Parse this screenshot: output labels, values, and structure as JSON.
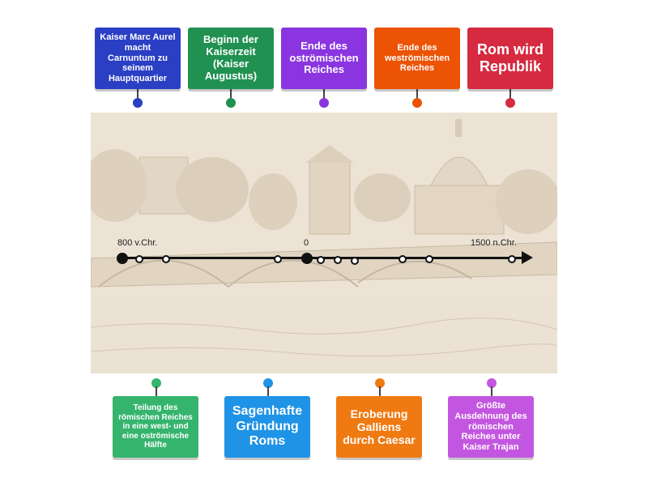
{
  "top_cards": [
    {
      "label": "Kaiser Marc Aurel macht Carnuntum zu seinem Hauptquartier",
      "color": "#2b3fc4"
    },
    {
      "label": "Beginn der Kaiserzeit (Kaiser Augustus)",
      "color": "#219152"
    },
    {
      "label": "Ende des oströmischen Reiches",
      "color": "#8a35e0"
    },
    {
      "label": "Ende des weströmischen Reiches",
      "color": "#ec5305"
    },
    {
      "label": "Rom wird Republik",
      "color": "#d62a40"
    }
  ],
  "bottom_cards": [
    {
      "label": "Teilung des römischen Reiches in eine west- und eine oströmische Hälfte",
      "color": "#35b46d"
    },
    {
      "label": "Sagenhafte Gründung Roms",
      "color": "#1f93e6"
    },
    {
      "label": "Eroberung Galliens durch Caesar",
      "color": "#ef7a12"
    },
    {
      "label": "Größte Ausdehnung des römischen Reiches unter Kaiser Trajan",
      "color": "#c356e0"
    }
  ],
  "timeline": {
    "start_label": "800 v.Chr.",
    "zero_label": "0",
    "end_label": "1500 n.Chr."
  }
}
